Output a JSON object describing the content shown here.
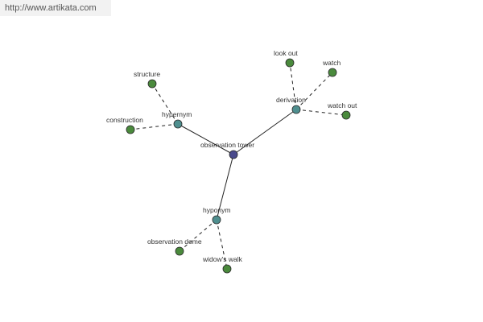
{
  "watermark": "http://www.artikata.com",
  "colors": {
    "center_node": "#4a4a8c",
    "relation_node": "#4f8f8f",
    "leaf_node": "#4a8a3c",
    "node_stroke": "#2a2a2a",
    "edge": "#222222"
  },
  "graph": {
    "center": {
      "id": "observation-tower",
      "label": "observation tower"
    },
    "relations": [
      {
        "id": "hypernym",
        "label": "hypernym",
        "leaves": [
          {
            "id": "structure",
            "label": "structure"
          },
          {
            "id": "construction",
            "label": "construction"
          }
        ]
      },
      {
        "id": "derivation",
        "label": "derivation",
        "leaves": [
          {
            "id": "look-out",
            "label": "look out"
          },
          {
            "id": "watch",
            "label": "watch"
          },
          {
            "id": "watch-out",
            "label": "watch out"
          }
        ]
      },
      {
        "id": "hyponym",
        "label": "hyponym",
        "leaves": [
          {
            "id": "observation-dome",
            "label": "observation dome"
          },
          {
            "id": "widows-walk",
            "label": "widow's walk"
          }
        ]
      }
    ]
  }
}
